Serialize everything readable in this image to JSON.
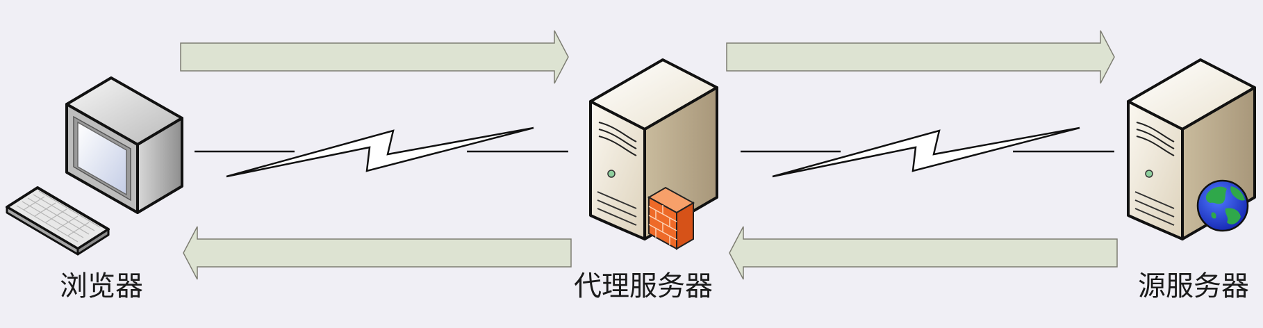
{
  "nodes": {
    "browser": {
      "label": "浏览器",
      "icon": "workstation-icon"
    },
    "proxy": {
      "label": "代理服务器",
      "icon": "server-with-firewall-icon"
    },
    "origin": {
      "label": "源服务器",
      "icon": "server-with-globe-icon"
    }
  },
  "links": [
    {
      "from": "browser",
      "to": "proxy",
      "type": "wan-link",
      "icon": "lightning-link-icon"
    },
    {
      "from": "proxy",
      "to": "origin",
      "type": "wan-link",
      "icon": "lightning-link-icon"
    }
  ],
  "flows": [
    {
      "direction": "request",
      "from": "browser",
      "to": "proxy"
    },
    {
      "direction": "request",
      "from": "proxy",
      "to": "origin"
    },
    {
      "direction": "response",
      "from": "origin",
      "to": "proxy"
    },
    {
      "direction": "response",
      "from": "proxy",
      "to": "browser"
    }
  ],
  "colors": {
    "background": "#f0eff5",
    "arrow_fill": "#dde3d2",
    "arrow_stroke": "#7d7d72",
    "server_face": "#ece4d2",
    "server_side": "#b7a88a",
    "firewall": "#ee6a28",
    "globe_water": "#1f3fd9",
    "globe_land": "#2fa84a"
  }
}
